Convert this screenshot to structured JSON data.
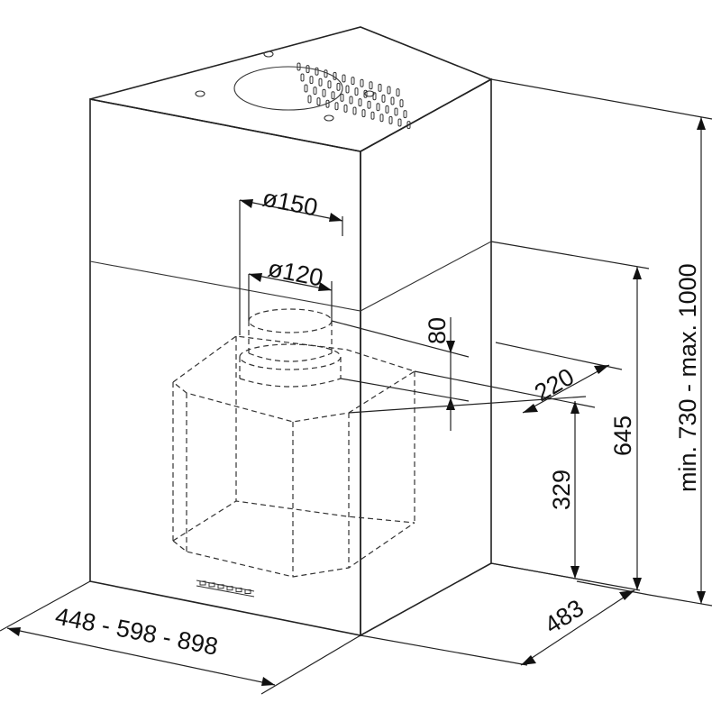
{
  "dimensions": {
    "duct_outer": "ø150",
    "duct_inner": "ø120",
    "collar_height": "80",
    "duct_offset": "220",
    "lower_height": "329",
    "body_height": "645",
    "total_height": "min. 730 - max. 1000",
    "depth": "483",
    "width": "448 - 598 - 898"
  }
}
